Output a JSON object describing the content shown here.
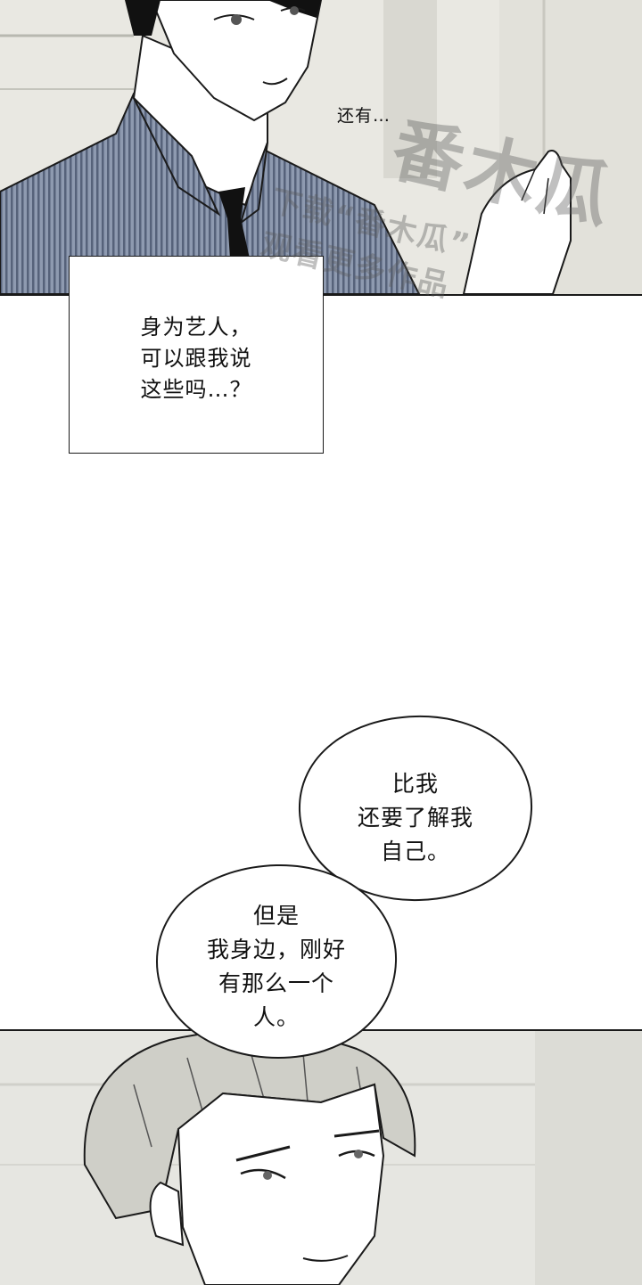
{
  "panels": {
    "top": {
      "speech": "还有…",
      "narration": [
        "身为艺人，",
        "可以跟我说",
        "这些吗…？"
      ]
    },
    "middle": {
      "bubble_1": [
        "比我",
        "还要了解我",
        "自己。"
      ],
      "bubble_2": [
        "但是",
        "我身边，刚好",
        "有那么一个",
        "人。"
      ]
    }
  },
  "watermark": {
    "logo": "番木瓜",
    "line1": "下载“番木瓜”",
    "line2": "观看更多作品"
  },
  "colors": {
    "ink": "#1a1a1a",
    "paper": "#ffffff",
    "panel_bg": "#e9e8e2",
    "shirt_stripe": "#6f7d96"
  }
}
